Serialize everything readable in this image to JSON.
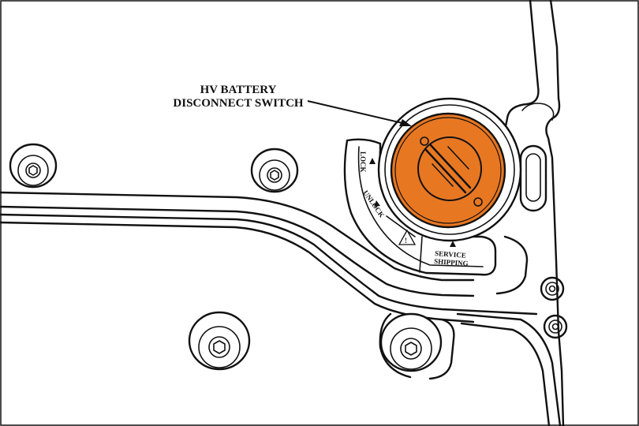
{
  "callout": {
    "line1": "HV BATTERY",
    "line2": "DISCONNECT SWITCH"
  },
  "switch": {
    "color": "#e87722",
    "positions": {
      "lock": "LOCK",
      "unlock": "UNLOCK",
      "service": "SERVICE",
      "shipping": "SHIPPING"
    },
    "warning_symbol": "!"
  }
}
